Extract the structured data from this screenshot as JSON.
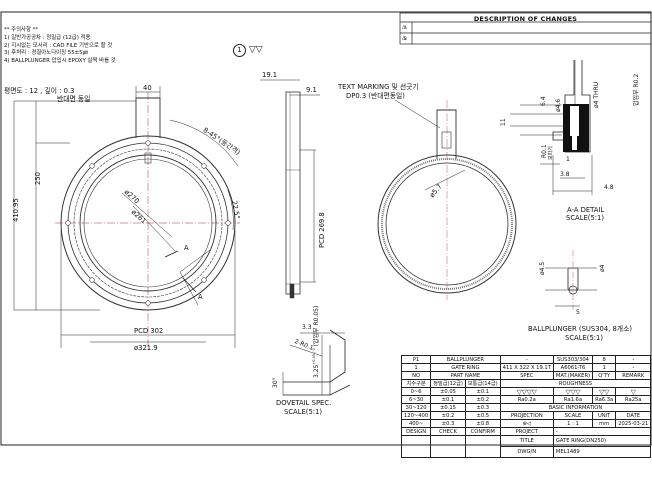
{
  "notes": [
    "** 주의사항 **",
    "1) 일반가공공차 : 정밀급 (12급) 적용",
    "2) 지시없는 모서리 : CAD FILE 기반으로 할 것",
    "3) 후처리 : 경질아노다이징 55±5㎛",
    "4) BALLPLUNGER 압입시 EPOXY 살짝 바를 것"
  ],
  "changes": {
    "heading": "DESCRIPTION OF CHANGES",
    "revs": [
      "A",
      "B"
    ]
  },
  "surface_symbol": {
    "circle": "1",
    "marks": "▽▽"
  },
  "flatness": {
    "line1": "평면도 : 12 , 깊이 : 0.3",
    "line2": "반대면 동일"
  },
  "main_view": {
    "dim_40": "40",
    "dim_250": "250",
    "dim_41095": "410.95",
    "dim_270": "ø270",
    "dim_261": "ø261",
    "dim_8x45": "8-45°(등간격)",
    "dim_225": "22.5°",
    "dim_pcd": "PCD 302",
    "dim_3219": "ø321.9",
    "sec_a": "A"
  },
  "side_view": {
    "dim_191": "19.1",
    "dim_91": "9.1",
    "dim_pcd": "PCD 269.8"
  },
  "text_marking": {
    "line1": "TEXT MARKING 및 선긋기",
    "line2": "DP0.3 (반대편동일)",
    "dim_57": "ø5.7"
  },
  "detail_a": {
    "dim_64": "6.4",
    "dim_46": "ø4.6",
    "dim_11": "11",
    "dim_thru": "ø4 THRU",
    "note_02": "압입부 R0.2",
    "dim_r01": "R0.1",
    "note_anti": "모따기",
    "dim_1": "1",
    "dim_38": "3.8",
    "dim_48": "4.8",
    "caption": "A-A DETAIL",
    "scale": "SCALE(5:1)"
  },
  "ballplunger": {
    "dim_45": "ø4.5",
    "dim_4": "ø4",
    "dim_5": "5",
    "caption": "BALLPLUNGER (SUS304, 8개소)",
    "scale": "SCALE(5:1)"
  },
  "dovetail": {
    "dim_33": "3.3",
    "dim_2r01": "2-R0.1",
    "dim_30": "30°",
    "dim_325": "3.25",
    "tol": "+0.05 / 0",
    "note": "(압입부 R0.05)",
    "caption": "DOVETAIL SPEC.",
    "scale": "SCALE(5:1)"
  },
  "title_block": {
    "parts": [
      [
        "P1",
        "BALLPLUNGER",
        "-",
        "SUS303/304",
        "8",
        "-"
      ],
      [
        "1",
        "GATE RING",
        "411 X 322 X 19.1T",
        "A6061-T6",
        "1",
        "-"
      ],
      [
        "NO",
        "PART NAME",
        "SPEC",
        "MAT.(MAKER)",
        "Q'TY",
        "REMARK"
      ]
    ],
    "tol_header": [
      "치수구분",
      "정밀급(12급)",
      "보통급(14급)"
    ],
    "tol_rows": [
      [
        "0~6",
        "±0.05",
        "±0.1"
      ],
      [
        "6~30",
        "±0.1",
        "±0.2"
      ],
      [
        "30~120",
        "±0.15",
        "±0.3"
      ],
      [
        "120~400",
        "±0.2",
        "±0.5"
      ],
      [
        "400~",
        "±0.3",
        "±0.8"
      ]
    ],
    "roughness_title": "ROUGHNESS",
    "roughness_symbols": [
      "▽▽▽▽",
      "▽▽▽",
      "▽▽",
      "▽"
    ],
    "roughness_values": [
      "Ra0.2a",
      "Ra1.6a",
      "Ra6.3a",
      "Ra25a"
    ],
    "basic_info_title": "BASIC INFORMATION",
    "basic_info_header": [
      "PROJECTION",
      "SCALE",
      "UNIT",
      "DATE"
    ],
    "basic_info_values": [
      "⊕◁",
      "1 : 1",
      "mm",
      "2025-03-21"
    ],
    "project_label": "PROJECT",
    "project_value": "-",
    "title_label": "TITLE",
    "title_value": "GATE RING(DN250)",
    "dwg_label": "DWG/N",
    "dwg_value": "MEL1489",
    "sign_labels": [
      "DESIGN",
      "CHECK",
      "CONFIRM"
    ]
  }
}
